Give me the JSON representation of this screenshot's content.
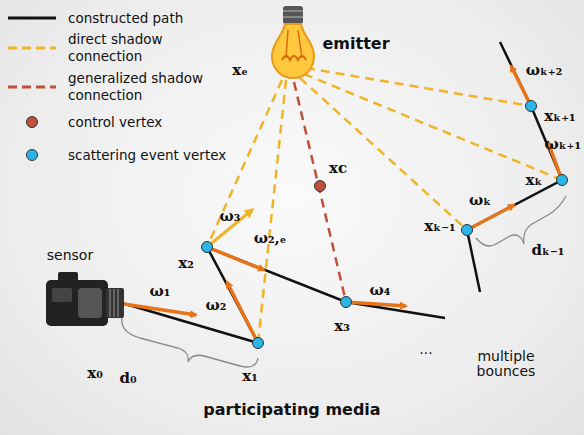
{
  "diagram": {
    "labels": [
      "sensor",
      "x₀",
      "ω₁",
      "d₀",
      "x₁",
      "ω₂",
      "x₂",
      "ω₃",
      "ω₂,ₑ",
      "x₃",
      "ω₄",
      "xc",
      "emitter",
      "xₑ",
      "...",
      "multiple bounces",
      "xₖ₋₁",
      "ωₖ",
      "dₖ₋₁",
      "xₖ",
      "ωₖ₊₁",
      "xₖ₊₁",
      "ωₖ₊₂",
      "participating media"
    ],
    "legend": [
      {
        "text": "constructed path"
      },
      {
        "text": "direct shadow connection"
      },
      {
        "text": "generalized shadow connection"
      },
      {
        "text": "control vertex"
      },
      {
        "text": "scattering event vertex"
      }
    ]
  }
}
